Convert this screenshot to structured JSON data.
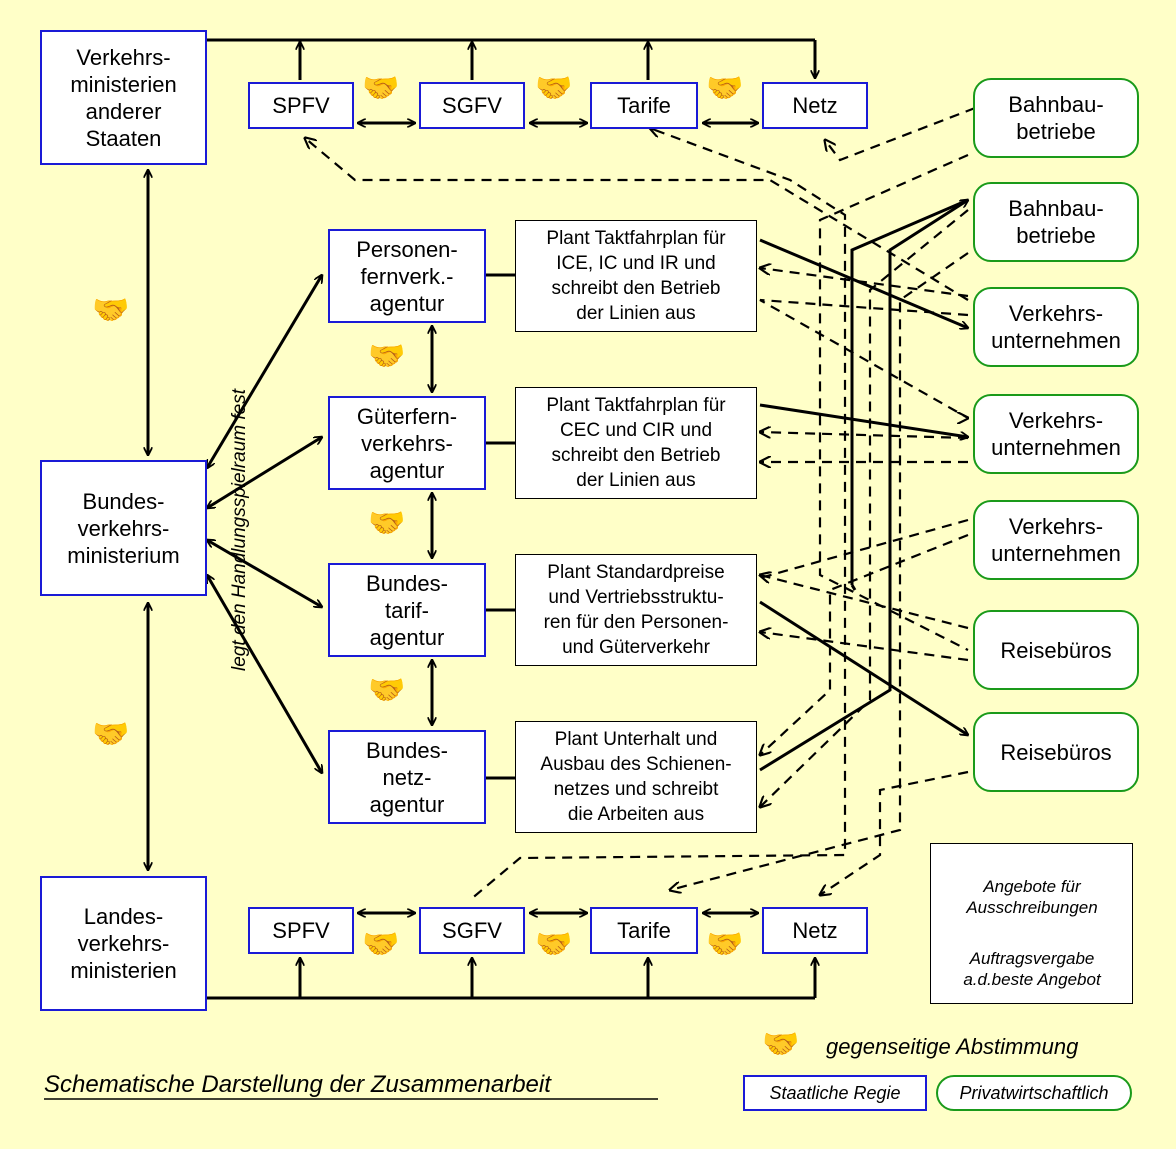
{
  "ministries": {
    "foreign": "Verkehrs-\nministerien\nanderer\nStaaten",
    "federal": "Bundes-\nverkehrs-\nministerium",
    "state": "Landes-\nverkehrs-\nministerien"
  },
  "top_row": [
    "SPFV",
    "SGFV",
    "Tarife",
    "Netz"
  ],
  "bottom_row": [
    "SPFV",
    "SGFV",
    "Tarife",
    "Netz"
  ],
  "agencies": [
    "Personen-\nfernverk.-\nagentur",
    "Güterfern-\nverkehrs-\nagentur",
    "Bundes-\ntarif-\nagentur",
    "Bundes-\nnetz-\nagentur"
  ],
  "tasks": [
    "Plant Taktfahrplan für\nICE, IC und IR und\nschreibt den Betrieb\nder Linien aus",
    "Plant Taktfahrplan für\nCEC und CIR und\nschreibt den Betrieb\nder Linien aus",
    "Plant Standardpreise\nund Vertriebsstruktu-\nren für den Personen-\nund Güterverkehr",
    "Plant Unterhalt und\nAusbau des Schienen-\nnetzes und schreibt\ndie Arbeiten aus"
  ],
  "private": [
    "Bahnbau-\nbetriebe",
    "Bahnbau-\nbetriebe",
    "Verkehrs-\nunternehmen",
    "Verkehrs-\nunternehmen",
    "Verkehrs-\nunternehmen",
    "Reisebüros",
    "Reisebüros"
  ],
  "vertical_label": "legt den Handlungsspielraum fest",
  "legend": {
    "offers": "Angebote für\nAusschreibungen",
    "award": "Auftragsvergabe\na.d.beste Angebot",
    "handshake": "gegenseitige Abstimmung",
    "state": "Staatliche Regie",
    "private": "Privatwirtschaftlich"
  },
  "title": "Schematische Darstellung der Zusammenarbeit",
  "colors": {
    "background": "#ffffc8",
    "state_border": "#1a1ad6",
    "private_border": "#1a9a1a"
  },
  "icons": {
    "handshake": "handshake-icon"
  }
}
